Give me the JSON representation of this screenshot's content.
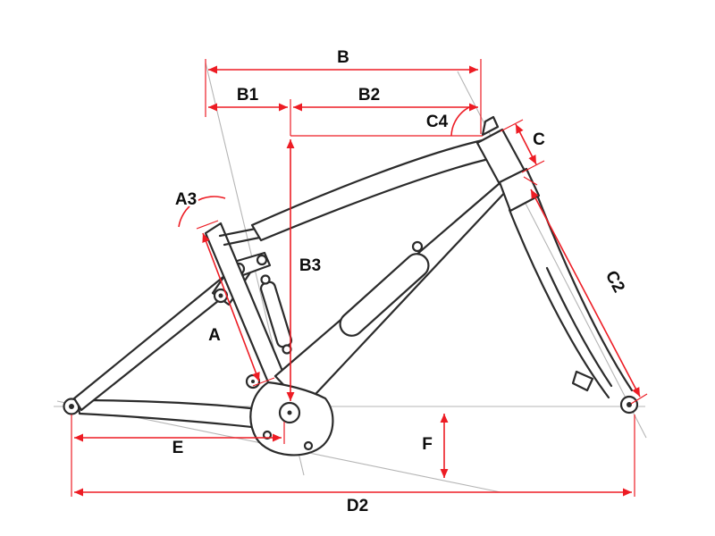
{
  "diagram": {
    "type": "bicycle-frame-geometry",
    "colors": {
      "dimension_red": "#ed1c24",
      "frame_dark": "#2b2b2b",
      "construction_gray": "#b5b5b5",
      "background": "#ffffff"
    },
    "labels": {
      "A": "A",
      "A3": "A3",
      "B": "B",
      "B1": "B1",
      "B2": "B2",
      "B3": "B3",
      "C": "C",
      "C2": "C2",
      "C4": "C4",
      "D2": "D2",
      "E": "E",
      "F": "F"
    }
  }
}
